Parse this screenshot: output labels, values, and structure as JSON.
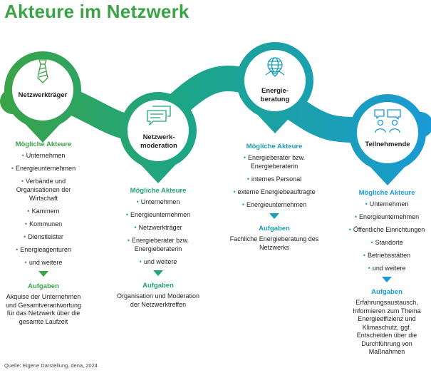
{
  "title": "Akteure im Netzwerk",
  "source": "Quelle: Eigene Darstellung, dena, 2024",
  "colors": {
    "green": "#3aa346",
    "teal": "#1aa59a",
    "blue": "#1a9ad6",
    "text": "#222222"
  },
  "roles": [
    {
      "label": "Netzwerkträger",
      "icon": "tie-icon",
      "heading": "Mögliche Akteure",
      "items": [
        "Unternehmen",
        "Energieunternehmen",
        "Verbände und Organisationen der Wirtschaft",
        "Kammern",
        "Kommunen",
        "Dienstleister",
        "Energieagenturen",
        "und weitere"
      ],
      "tasks_heading": "Aufgaben",
      "tasks": "Akquise der Unternehmen und Gesamtverantwortung für das Netzwerk über die gesamte Laufzeit"
    },
    {
      "label": "Netzwerk-moderation",
      "icon": "chat-bubbles-icon",
      "heading": "Mögliche Akteure",
      "items": [
        "Unternehmen",
        "Energieunternehmen",
        "Netzwerkträger",
        "Energieberater bzw. Energieberaterin",
        "und weitere"
      ],
      "tasks_heading": "Aufgaben",
      "tasks": "Organisation und Moderation der Netzwerktreffen"
    },
    {
      "label": "Energie-beratung",
      "icon": "globe-handshake-icon",
      "heading": "Mögliche Akteure",
      "items": [
        "Energieberater bzw. Energieberaterin",
        "internes Personal",
        "externe Energiebeauftragte",
        "Energieunternehmen"
      ],
      "tasks_heading": "Aufgaben",
      "tasks": "Fachliche Energieberatung des Netzwerks"
    },
    {
      "label": "Teilnehmende",
      "icon": "people-talking-icon",
      "heading": "Mögliche Akteure",
      "items": [
        "Unternehmen",
        "Energieunternehmen",
        "Öffentliche Einrichtungen",
        "Standorte",
        "Betriebsstätten",
        "und weitere"
      ],
      "tasks_heading": "Aufgaben",
      "tasks": "Erfahrungsaustausch, Informieren zum Thema Energieeffizienz und Klimaschutz, ggf. Entscheiden über die Durchführung von Maßnahmen"
    }
  ]
}
